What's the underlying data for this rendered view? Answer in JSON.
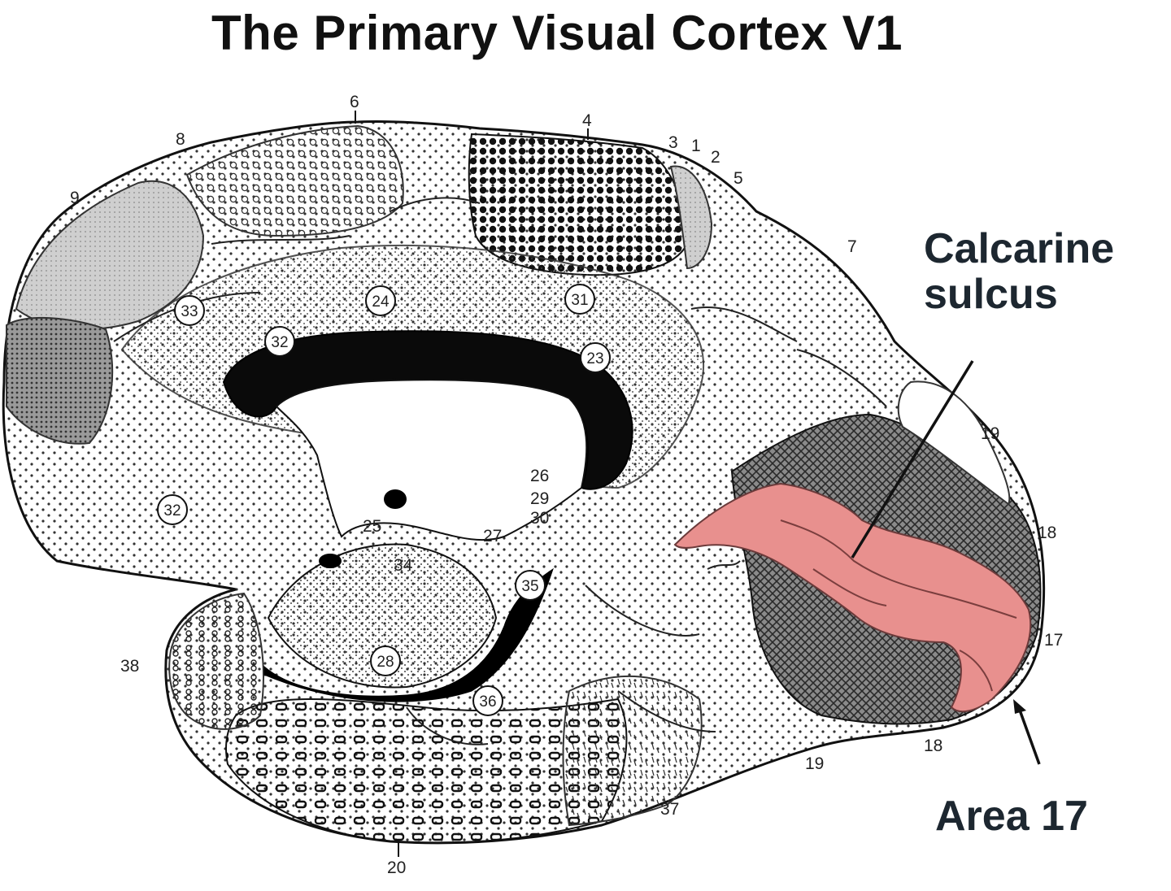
{
  "title": "The Primary Visual Cortex V1",
  "callouts": {
    "calcarine_line1": "Calcarine",
    "calcarine_line2": "sulcus",
    "area17": "Area 17"
  },
  "area_labels": {
    "a6": "6",
    "a4": "4",
    "a8": "8",
    "a9": "9",
    "a3": "3",
    "a1": "1",
    "a2": "2",
    "a5": "5",
    "a7": "7",
    "a19_top": "19",
    "a18_right": "18",
    "a17": "17",
    "a26": "26",
    "a29": "29",
    "a30": "30",
    "a27": "27",
    "a25": "25",
    "a34": "34",
    "a38": "38",
    "a19_bottom": "19",
    "a18_bottom": "18",
    "a37": "37",
    "a20": "20"
  },
  "circled_labels": {
    "c33": "33",
    "c24": "24",
    "c31": "31",
    "c32_top": "32",
    "c23": "23",
    "c32": "32",
    "c35": "35",
    "c28": "28",
    "c36": "36"
  },
  "colors": {
    "area17_fill": "#e8908e",
    "ink": "#111111"
  }
}
